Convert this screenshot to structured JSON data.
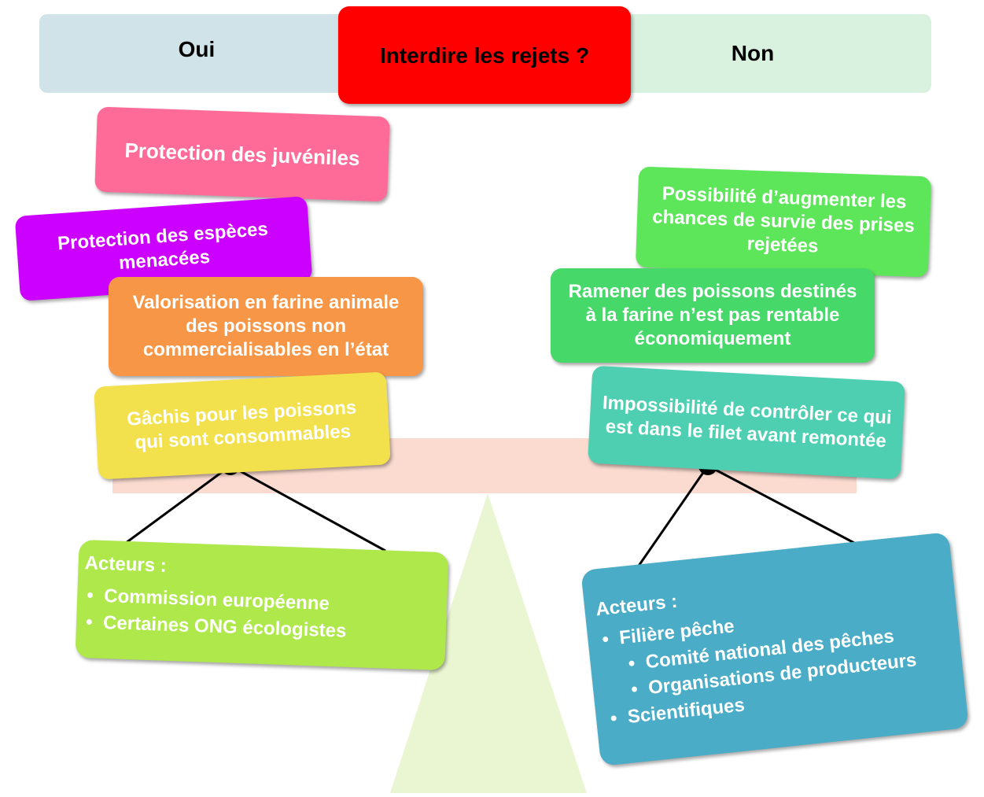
{
  "header": {
    "yes": "Oui",
    "question": "Interdire les rejets ?",
    "no": "Non"
  },
  "pros": [
    {
      "text": "Protection des juvéniles",
      "color": "#ff6b98"
    },
    {
      "text": "Protection des espèces menacées",
      "color": "#cc00ff"
    },
    {
      "text": "Valorisation en farine animale des poissons non commercialisables  en l’état",
      "color": "#f79646"
    },
    {
      "text": "Gâchis pour les poissons qui sont consommables",
      "color": "#f2e14c"
    }
  ],
  "cons": [
    {
      "text": "Possibilité d’augmenter les chances de survie des prises rejetées",
      "color": "#5ee65a"
    },
    {
      "text": "Ramener des poissons destinés à la farine n’est pas rentable économiquement",
      "color": "#47d86a"
    },
    {
      "text": "Impossibilité de contrôler ce qui est dans le filet avant remontée",
      "color": "#4ecfb2"
    }
  ],
  "actors_yes": {
    "title": "Acteurs :",
    "items": [
      "Commission européenne",
      "Certaines ONG écologistes"
    ],
    "color": "#aee84a"
  },
  "actors_no": {
    "title": "Acteurs :",
    "items": [
      "Filière pêche",
      "Comité national des pêches",
      "Organisations de producteurs",
      "Scientifiques"
    ],
    "color": "#4aacc6"
  },
  "colors": {
    "yes_header": "#cfe3e9",
    "question": "#ff0000",
    "no_header": "#d9f1df",
    "beam": "#fbdbd0",
    "fulcrum": "#eaf6d2"
  }
}
